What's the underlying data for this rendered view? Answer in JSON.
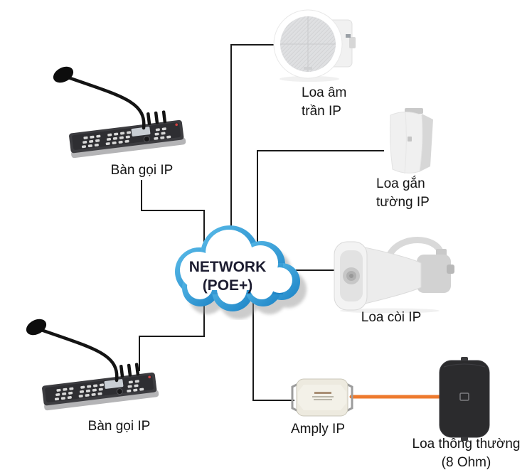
{
  "colors": {
    "line": "#1a1a1a",
    "speaker_wire": "#EE7A2E",
    "cloud_blue_light": "#5BBCE9",
    "cloud_blue_dark": "#1B82C5",
    "cloud_text": "#1c1c30"
  },
  "cloud": {
    "label_line1": "NETWORK",
    "label_line2": "(POE+)"
  },
  "labels": {
    "call_station_top": "Bàn gọi IP",
    "ceiling_speaker": "Loa âm\ntrần IP",
    "wall_speaker": "Loa gắn\ntường IP",
    "horn_speaker": "Loa còi IP",
    "call_station_bottom": "Bàn gọi IP",
    "amplifier": "Amply IP",
    "passive_speaker": "Loa thông thường\n(8 Ohm)"
  }
}
